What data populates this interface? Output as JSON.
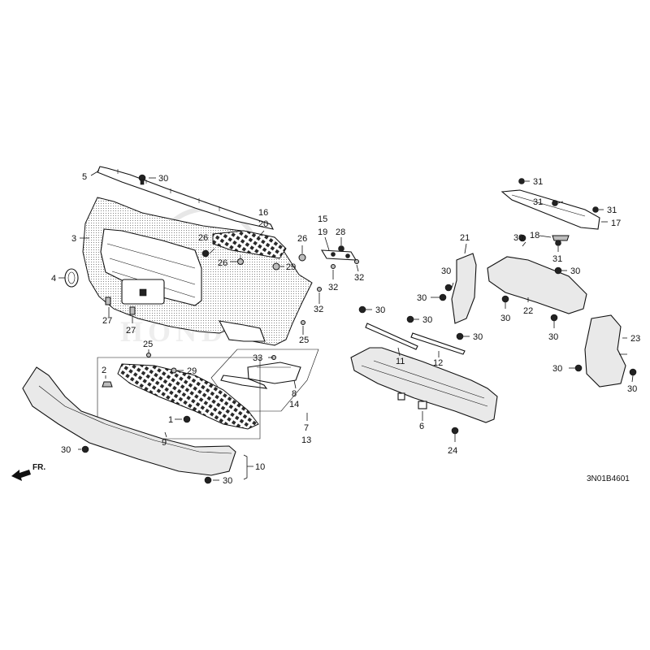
{
  "diagram": {
    "code": "3N01B4601",
    "fr": "FR.",
    "watermark": "HONDA",
    "callouts": {
      "c1": "1",
      "c2": "2",
      "c3": "3",
      "c4": "4",
      "c5": "5",
      "c6": "6",
      "c7": "7",
      "c8": "8",
      "c9": "9",
      "c10": "10",
      "c11": "11",
      "c12": "12",
      "c13": "13",
      "c14": "14",
      "c15": "15",
      "c16": "16",
      "c17": "17",
      "c18": "18",
      "c19": "19",
      "c20": "20",
      "c21": "21",
      "c22": "22",
      "c23": "23",
      "c24": "24",
      "c25": "25",
      "c26": "26",
      "c27": "27",
      "c28": "28",
      "c29": "29",
      "c30": "30",
      "c31": "31",
      "c32": "32",
      "c33": "33"
    }
  }
}
